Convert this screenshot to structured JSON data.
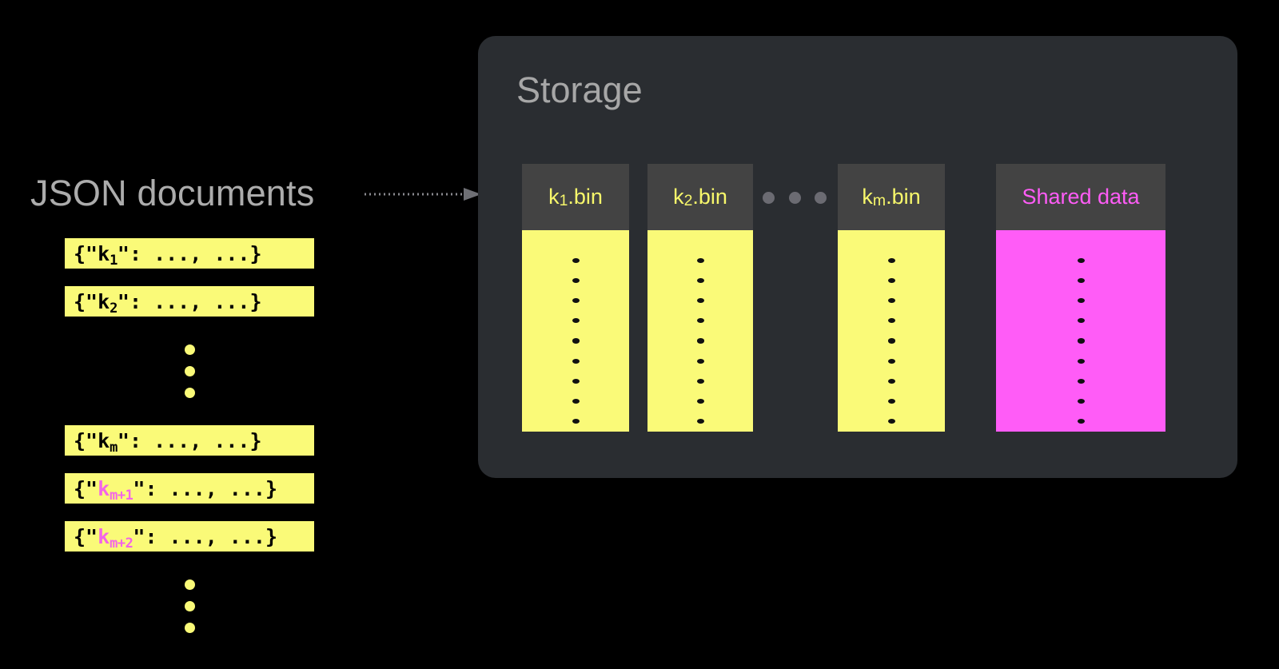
{
  "diagram": {
    "background_color": "#000000",
    "accent_yellow": "#FAFA78",
    "accent_magenta": "#FF5CF7",
    "panel_color": "#2A2D31",
    "bin_header_color": "#434343",
    "label_gray": "#ACACAC"
  },
  "documents": {
    "label": "JSON documents",
    "rows": [
      {
        "open": "{\"",
        "key": "k",
        "sub": "1",
        "close": "\": ...,  ...}",
        "key_color": "black"
      },
      {
        "open": "{\"",
        "key": "k",
        "sub": "2",
        "close": "\": ...,  ...}",
        "key_color": "black"
      },
      {
        "open": "{\"",
        "key": "k",
        "sub": "m",
        "close": "\": ...,  ...}",
        "key_color": "black"
      },
      {
        "open": "{\"",
        "key": "k",
        "sub": "m+1",
        "close": "\": ...,  ...}",
        "key_color": "magenta"
      },
      {
        "open": "{\"",
        "key": "k",
        "sub": "m+2",
        "close": "\": ...,  ...}",
        "key_color": "magenta"
      }
    ],
    "ellipsis_dot_count": 3
  },
  "arrow": {
    "style": "dotted",
    "color": "#8A8A8F",
    "direction": "right"
  },
  "storage": {
    "title": "Storage",
    "bins": [
      {
        "name": "k",
        "sub": "1",
        "suffix": ".bin",
        "fill": "yellow",
        "dots": 9
      },
      {
        "name": "k",
        "sub": "2",
        "suffix": ".bin",
        "fill": "yellow",
        "dots": 9
      },
      {
        "name": "k",
        "sub": "m",
        "suffix": ".bin",
        "fill": "yellow",
        "dots": 9
      },
      {
        "name": "Shared data",
        "sub": "",
        "suffix": "",
        "fill": "magenta",
        "dots": 9
      }
    ],
    "gap_ellipsis_dot_count": 3
  }
}
